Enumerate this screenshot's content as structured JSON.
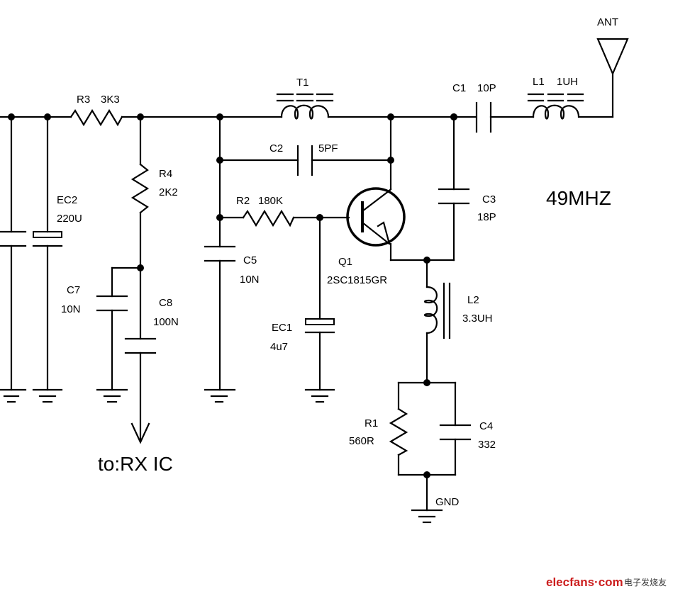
{
  "title": "49MHz RF receiver front-end schematic",
  "frequency_label": "49MHZ",
  "antenna": {
    "ref": "ANT"
  },
  "output": {
    "label": "to:RX IC"
  },
  "ground_label": "GND",
  "components": {
    "R1": {
      "ref": "R1",
      "value": "560R",
      "type": "resistor"
    },
    "R2": {
      "ref": "R2",
      "value": "180K",
      "type": "resistor"
    },
    "R3": {
      "ref": "R3",
      "value": "3K3",
      "type": "resistor"
    },
    "R4": {
      "ref": "R4",
      "value": "2K2",
      "type": "resistor"
    },
    "C1": {
      "ref": "C1",
      "value": "10P",
      "type": "capacitor"
    },
    "C2": {
      "ref": "C2",
      "value": "5PF",
      "type": "capacitor"
    },
    "C3": {
      "ref": "C3",
      "value": "18P",
      "type": "capacitor"
    },
    "C4": {
      "ref": "C4",
      "value": "332",
      "type": "capacitor"
    },
    "C5": {
      "ref": "C5",
      "value": "10N",
      "type": "capacitor"
    },
    "C7": {
      "ref": "C7",
      "value": "10N",
      "type": "capacitor"
    },
    "C8": {
      "ref": "C8",
      "value": "100N",
      "type": "capacitor"
    },
    "EC1": {
      "ref": "EC1",
      "value": "4u7",
      "type": "electrolytic-capacitor"
    },
    "EC2": {
      "ref": "EC2",
      "value": "220U",
      "type": "electrolytic-capacitor"
    },
    "L1": {
      "ref": "L1",
      "value": "1UH",
      "type": "inductor"
    },
    "L2": {
      "ref": "L2",
      "value": "3.3UH",
      "type": "inductor"
    },
    "T1": {
      "ref": "T1",
      "value": "",
      "type": "transformer-coil"
    },
    "Q1": {
      "ref": "Q1",
      "value": "2SC1815GR",
      "type": "npn-transistor"
    }
  },
  "watermark": {
    "brand": "elecfans·com",
    "chinese": "电子发烧友",
    "color": "#cc1f1f"
  }
}
